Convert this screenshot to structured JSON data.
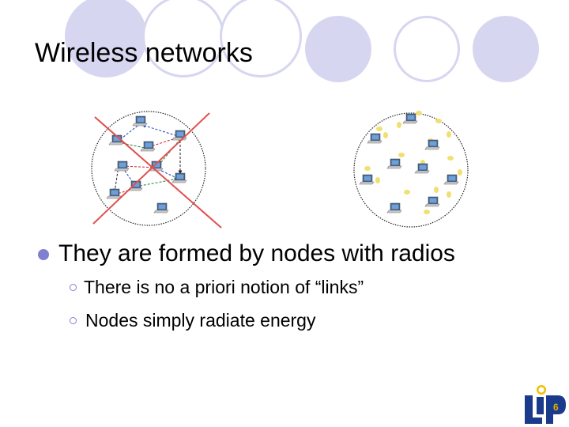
{
  "slide": {
    "title": "Wireless networks",
    "bullets": [
      {
        "text": "They are formed by nodes with radios",
        "sub": [
          "There is no a priori notion of “links”",
          "Nodes simply radiate energy"
        ]
      }
    ],
    "page_number": "6"
  },
  "logo": {
    "text": "LIP"
  },
  "colors": {
    "decor": "#d6d6f0",
    "bullet": "#8080d0",
    "cross": "#e05050",
    "radiation": "#f0e070",
    "logo_blue": "#1a3a8c",
    "logo_yellow": "#f0c000"
  },
  "icons": [
    "laptop-icon",
    "radio-wave-icon",
    "cross-icon"
  ]
}
